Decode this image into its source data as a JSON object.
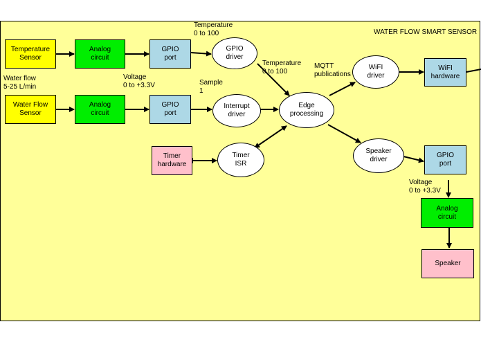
{
  "title": "WATER FLOW SMART SENSOR",
  "blocks": {
    "temp_sensor": "Temperature\nSensor",
    "analog1": "Analog\ncircuit",
    "gpio1": "GPIO\nport",
    "gpio_driver": "GPIO\ndriver",
    "flow_sensor": "Water Flow\nSensor",
    "analog2": "Analog\ncircuit",
    "gpio2": "GPIO\nport",
    "interrupt_driver": "Interrupt\ndriver",
    "edge": "Edge\nprocessing",
    "wifi_driver": "WiFI\ndriver",
    "wifi_hw": "WiFI\nhardware",
    "timer_hw": "Timer\nhardware",
    "timer_isr": "Timer\nISR",
    "speaker_driver": "Speaker\ndriver",
    "gpio3": "GPIO\nport",
    "analog3": "Analog\ncircuit",
    "speaker": "Speaker"
  },
  "labels": {
    "temperature1": "Temperature\n0 to 100",
    "water_flow": "Water flow\n5-25 L/min",
    "voltage1": "Voltage\n0 to +3.3V",
    "sample": "Sample\n1",
    "temperature2": "Temperature\n0 to 100",
    "mqtt": "MQTT\npublications",
    "voltage2": "Voltage\n0 to +3.3V"
  },
  "colors": {
    "background": "#ffff99",
    "sensor": "#ffff00",
    "analog": "#00ee00",
    "port": "#add8e6",
    "hardware": "#ffc0cb"
  }
}
